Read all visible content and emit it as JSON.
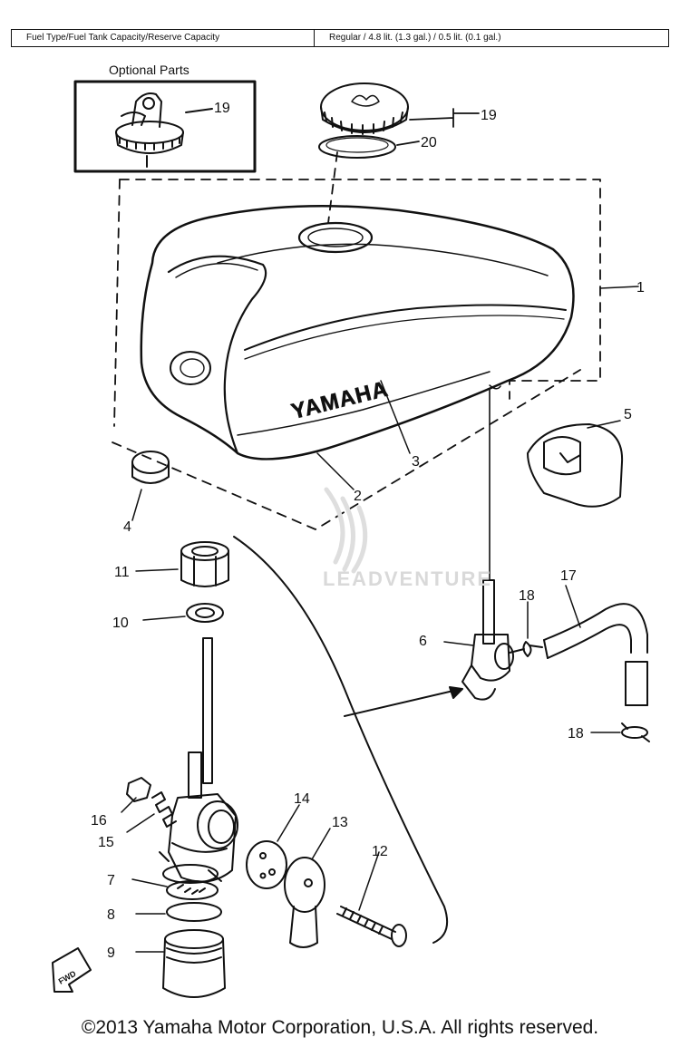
{
  "spec": {
    "label": "Fuel Type/Fuel Tank Capacity/Reserve Capacity",
    "value": "Regular / 4.8 lit. (1.3 gal.) / 0.5 lit. (0.1 gal.)"
  },
  "optional_parts": {
    "title": "Optional Parts",
    "callout": "19"
  },
  "diagram": {
    "tank_logo": "YAMAHA",
    "fwd_label": "FWD",
    "callouts": {
      "p1": "1",
      "p2": "2",
      "p3": "3",
      "p4": "4",
      "p5": "5",
      "p6": "6",
      "p7": "7",
      "p8": "8",
      "p9": "9",
      "p10": "10",
      "p11": "11",
      "p12": "12",
      "p13": "13",
      "p14": "14",
      "p15": "15",
      "p16": "16",
      "p17": "17",
      "p18a": "18",
      "p18b": "18",
      "p19": "19",
      "p20": "20"
    }
  },
  "watermark": {
    "text": "LEADVENTURE"
  },
  "footer": {
    "copyright": "©2013 Yamaha Motor Corporation, U.S.A. All rights reserved."
  }
}
